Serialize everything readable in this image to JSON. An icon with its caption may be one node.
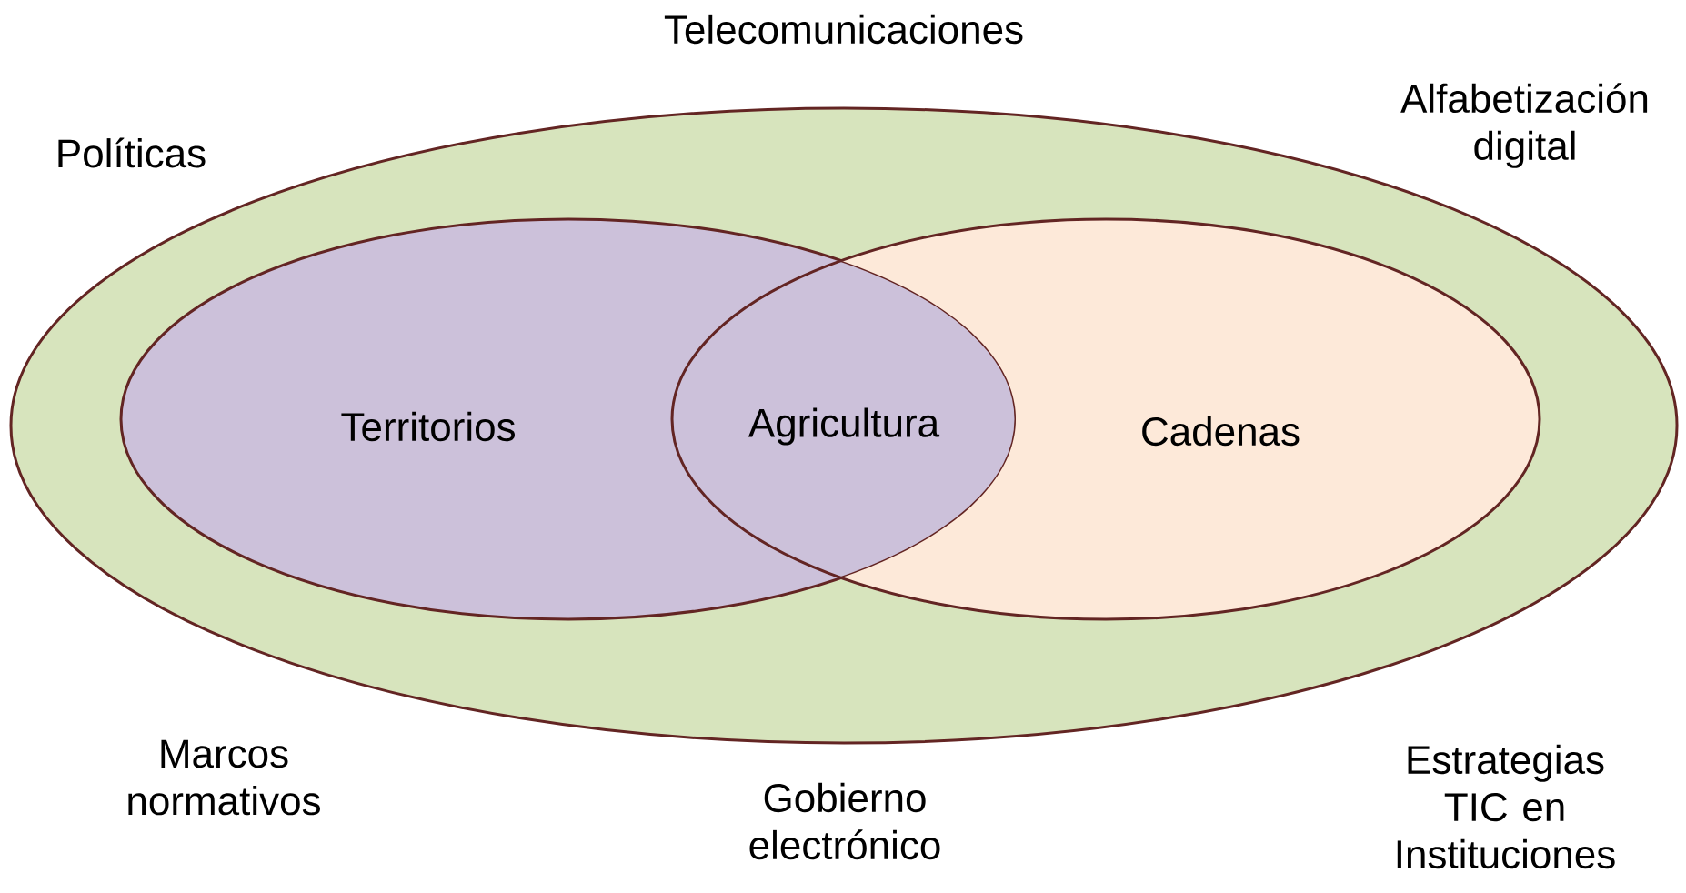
{
  "diagram": {
    "nodes": [
      {
        "text": [],
        "shape": "ellipse"
      },
      {
        "text": [
          "Territorios"
        ],
        "in": 0
      },
      {
        "text": [
          "Cadenas"
        ],
        "in": 0
      }
    ],
    "labels": [
      "Telecomunicaciones",
      "Políticas",
      "Alfabetización digital",
      "Agricultura",
      "Marcos normativos",
      "Gobierno electrónico",
      "Estrategias TIC en Instituciones"
    ]
  }
}
